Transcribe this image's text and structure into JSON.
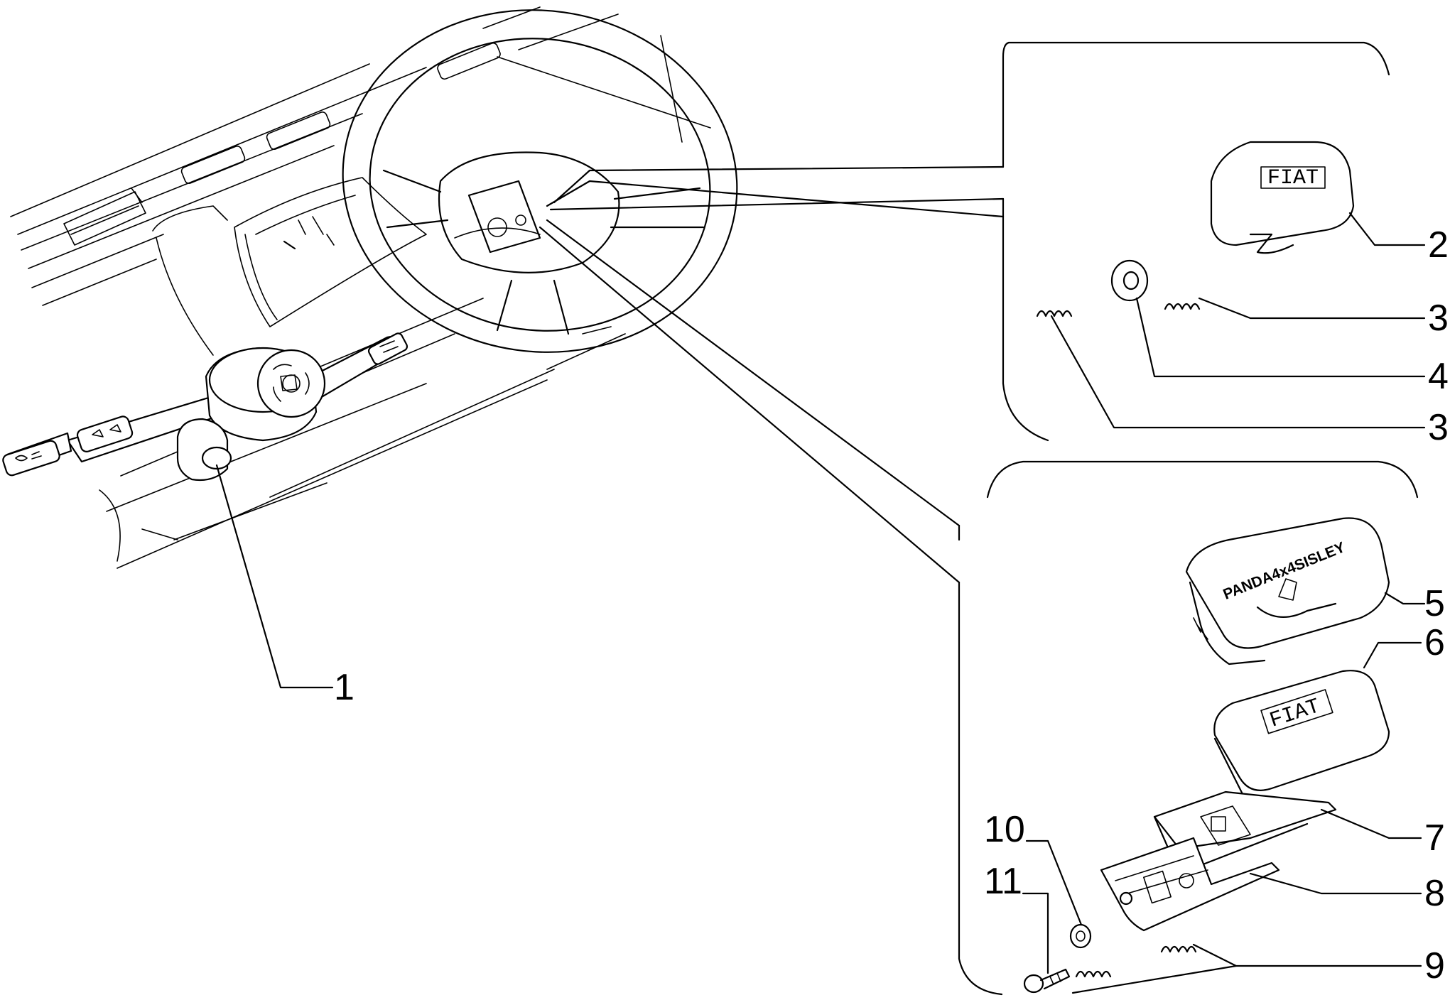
{
  "diagram": {
    "callouts": [
      {
        "id": "c1",
        "label": "1"
      },
      {
        "id": "c2",
        "label": "2"
      },
      {
        "id": "c3a",
        "label": "3"
      },
      {
        "id": "c4",
        "label": "4"
      },
      {
        "id": "c3b",
        "label": "3"
      },
      {
        "id": "c5",
        "label": "5"
      },
      {
        "id": "c6",
        "label": "6"
      },
      {
        "id": "c7",
        "label": "7"
      },
      {
        "id": "c8",
        "label": "8"
      },
      {
        "id": "c9",
        "label": "9"
      },
      {
        "id": "c10",
        "label": "10"
      },
      {
        "id": "c11",
        "label": "11"
      }
    ],
    "logos": {
      "fiat": "FIAT",
      "panda": "PANDA4x4SISLEY"
    }
  }
}
